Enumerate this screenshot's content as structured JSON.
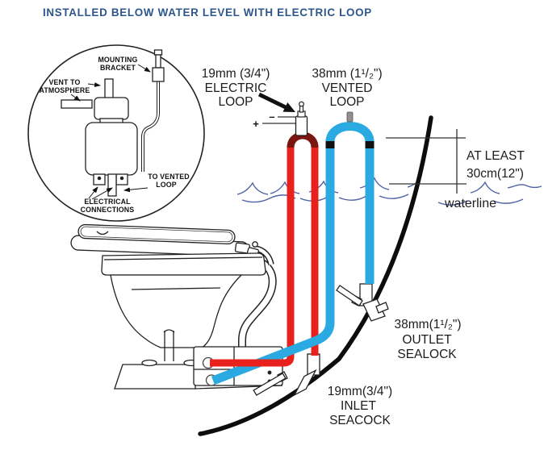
{
  "title": "INSTALLED BELOW WATER LEVEL WITH ELECTRIC LOOP",
  "colors": {
    "title_blue": "#2d568c",
    "pipe_red": "#e8211d",
    "pipe_red_dark": "#7a150f",
    "pipe_blue": "#2aaae1",
    "wave_blue": "#4f62a5",
    "line_art": "#222222"
  },
  "labels": {
    "electric_loop": [
      "19mm (3/4\")",
      "ELECTRIC",
      "LOOP"
    ],
    "vented_loop": [
      "38mm (1¹/₂\")",
      "VENTED",
      "LOOP"
    ],
    "at_least": [
      "AT LEAST",
      "30cm(12\")"
    ],
    "waterline": "waterline",
    "outlet_sealock": [
      "38mm(1¹/₂\")",
      "OUTLET",
      "SEALOCK"
    ],
    "inlet_seacock": [
      "19mm(3/4\")",
      "INLET",
      "SEACOCK"
    ],
    "plus": "+",
    "minus": "–"
  },
  "inset": {
    "labels": {
      "mounting_bracket": [
        "MOUNTING",
        "BRACKET"
      ],
      "vent_to_atmosphere": [
        "VENT TO",
        "ATMOSPHERE"
      ],
      "to_vented_loop": [
        "TO VENTED",
        "LOOP"
      ],
      "electrical_connections": [
        "ELECTRICAL",
        "CONNECTIONS"
      ]
    }
  }
}
